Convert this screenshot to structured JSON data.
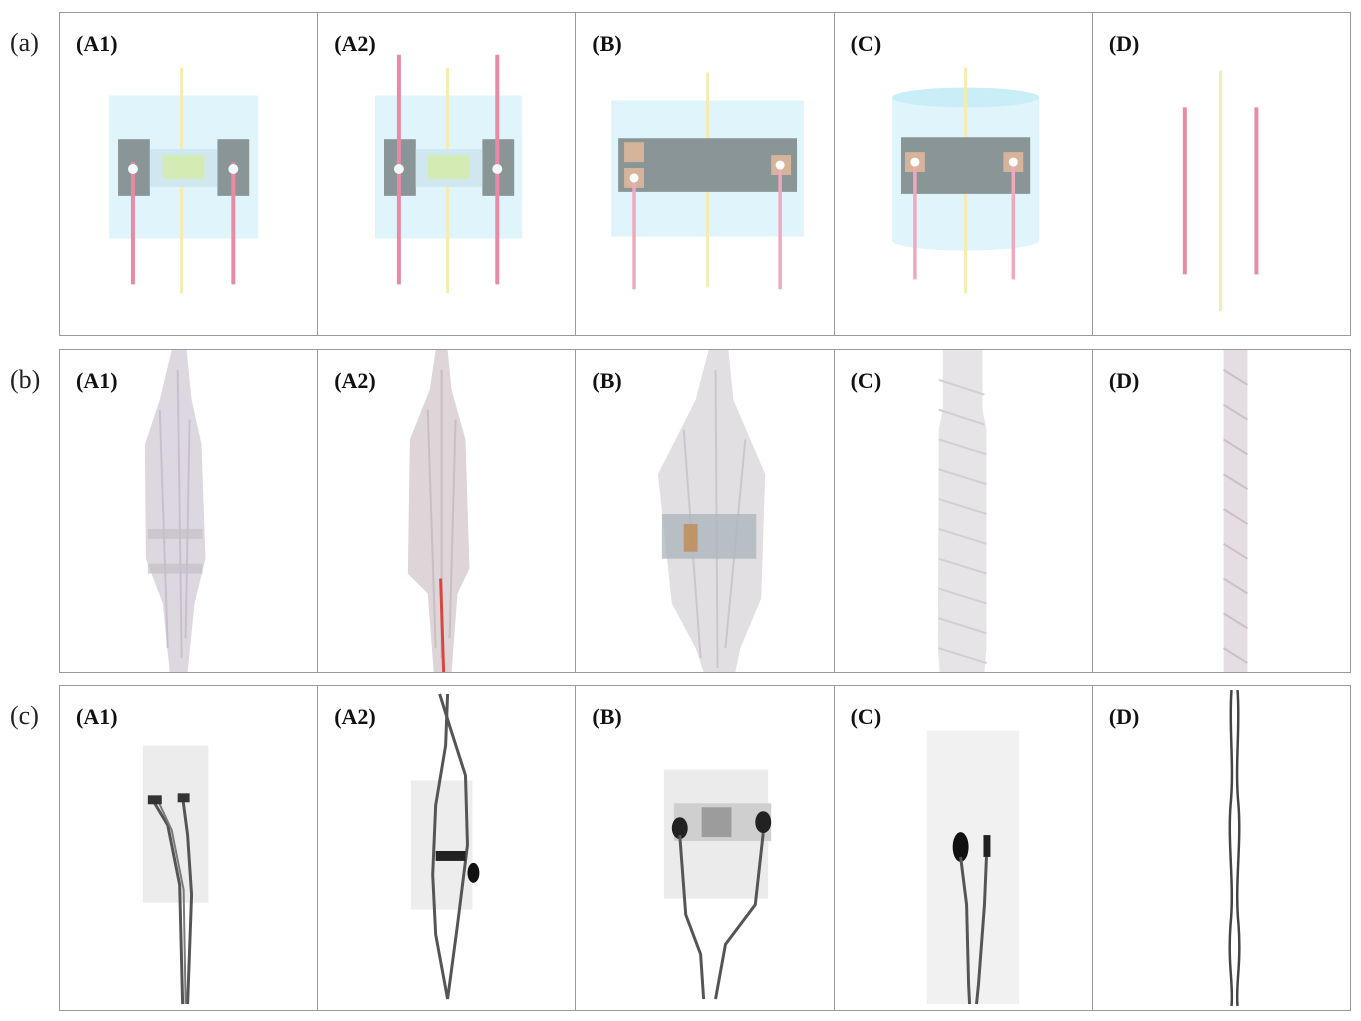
{
  "rows": [
    {
      "label": "(a)",
      "cells": [
        "(A1)",
        "(A2)",
        "(B)",
        "(C)",
        "(D)"
      ]
    },
    {
      "label": "(b)",
      "cells": [
        "(A1)",
        "(A2)",
        "(B)",
        "(C)",
        "(D)"
      ]
    },
    {
      "label": "(c)",
      "cells": [
        "(A1)",
        "(A2)",
        "(B)",
        "(C)",
        "(D)"
      ]
    }
  ],
  "colors": {
    "encapsulation": "#dff4fb",
    "board": "#8a9597",
    "sensor": "#d4ecb4",
    "wire": "#e88aa6",
    "yarn": "#f6ebb0",
    "pad": "#d6b49a",
    "border": "#9a9a9a"
  }
}
